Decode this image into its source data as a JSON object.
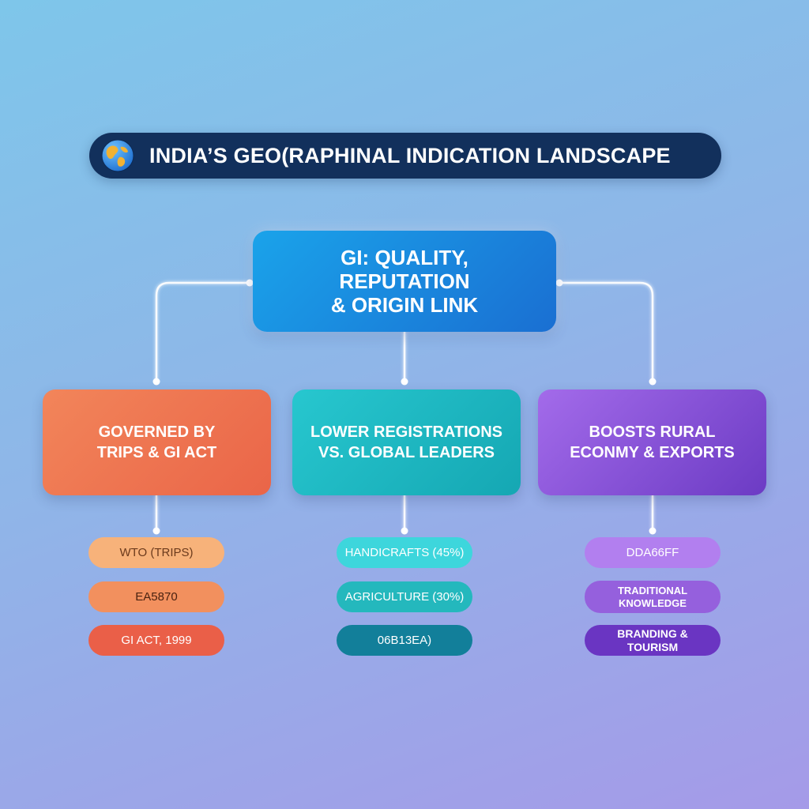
{
  "title": {
    "icon": "globe-icon",
    "text": "INDIA’S GEO(RAPHINAL INDICATION LANDSCAPE"
  },
  "root": {
    "line1": "GI: QUALITY, REPUTATION",
    "line2": "& ORIGIN LINK"
  },
  "categories": [
    {
      "line1": "GOVERNED BY",
      "line2": "TRIPS & GI ACT",
      "color": "#ea6548",
      "items": [
        {
          "line1": "WTO (TRIPS)",
          "line2": ""
        },
        {
          "line1": "EA5870",
          "line2": ""
        },
        {
          "line1": "GI ACT, 1999",
          "line2": ""
        }
      ]
    },
    {
      "line1": "LOWER REGISTRATIONS",
      "line2": "VS. GLOBAL LEADERS",
      "color": "#15a7b3",
      "items": [
        {
          "line1": "HANDICRAFTS (45%)",
          "line2": ""
        },
        {
          "line1": "AGRICULTURE (30%)",
          "line2": ""
        },
        {
          "line1": "06B13EA)",
          "line2": ""
        }
      ]
    },
    {
      "line1": "BOOSTS RURAL",
      "line2": "ECONMY & EXPORTS",
      "color": "#6c3bc4",
      "items": [
        {
          "line1": "DDA66FF",
          "line2": ""
        },
        {
          "line1": "TRADITIONAL",
          "line2": "KNOWLEDGE"
        },
        {
          "line1": "BRANDING & TOURISM",
          "line2": ""
        }
      ]
    }
  ],
  "colors": {
    "title_bar": "#12305c",
    "root_box": "#1a8ce0",
    "connector": "#ffffff",
    "pill_left": [
      "#f7b27a",
      "#f2905e",
      "#ea5f48"
    ],
    "pill_mid": [
      "#3dd6dc",
      "#24b8bd",
      "#127f9a"
    ],
    "pill_right": [
      "#b27fef",
      "#9560dd",
      "#6a35c2"
    ]
  }
}
